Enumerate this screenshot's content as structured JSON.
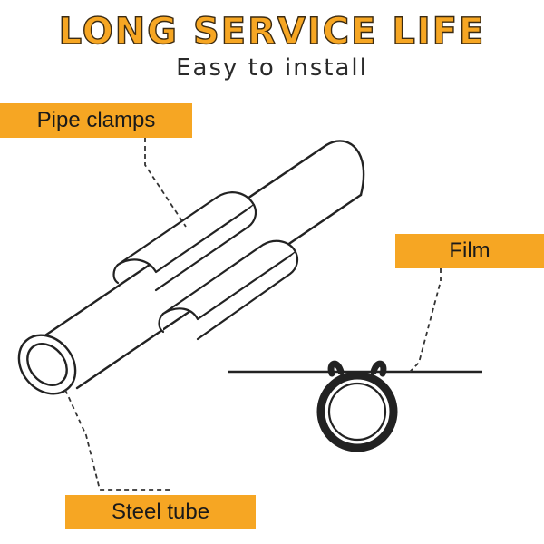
{
  "header": {
    "title": "LONG SERVICE LIFE",
    "subtitle": "Easy to install"
  },
  "labels": {
    "pipe_clamps": "Pipe clamps",
    "film": "Film",
    "steel_tube": "Steel tube"
  },
  "colors": {
    "accent": "#f6a623",
    "title_outline": "#3a2a12",
    "line": "#222222",
    "text": "#1a1a1a"
  }
}
